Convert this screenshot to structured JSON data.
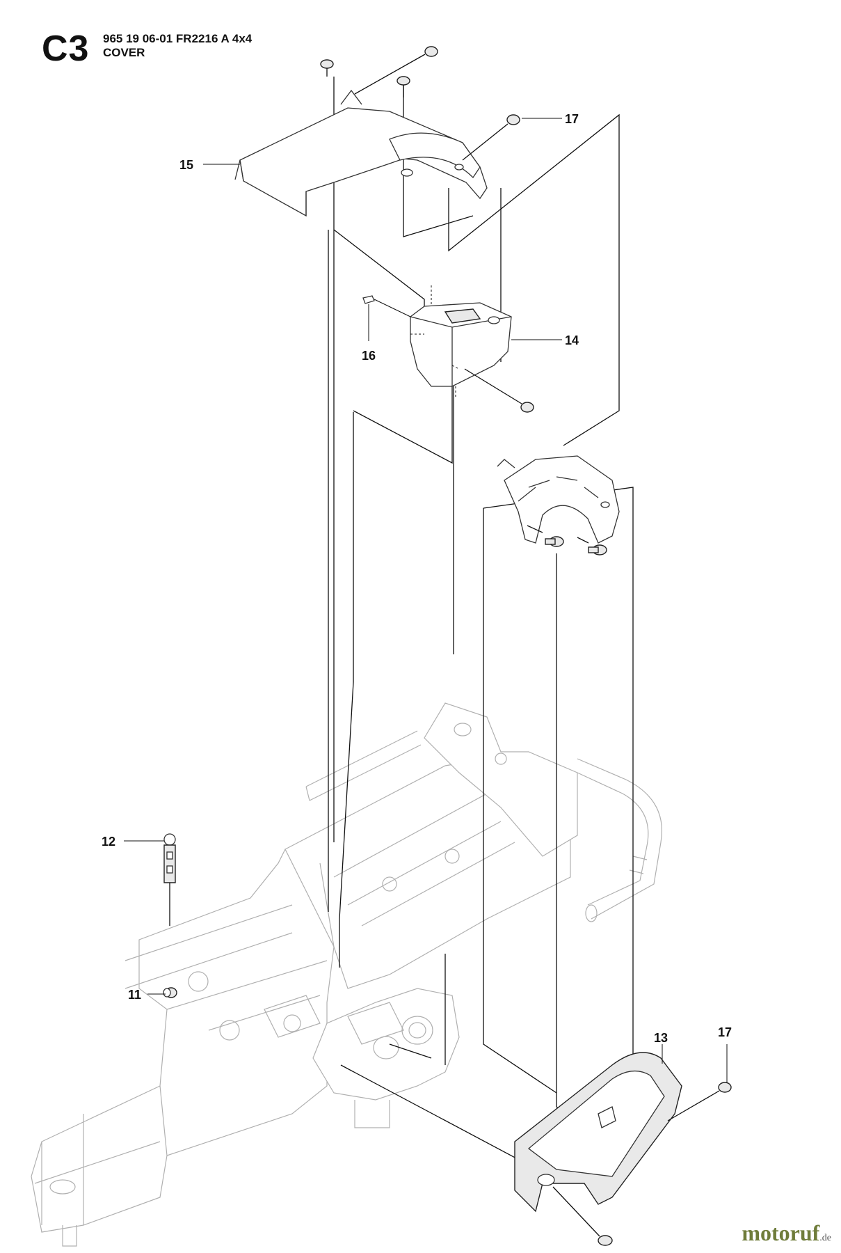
{
  "header": {
    "section_code": "C3",
    "part_number_line": "965 19 06-01 FR2216 A 4x4",
    "title": "COVER"
  },
  "callouts": [
    "11",
    "12",
    "13",
    "14",
    "15",
    "16",
    "17"
  ],
  "watermark": {
    "text": "motoruf",
    "suffix": ".de"
  }
}
